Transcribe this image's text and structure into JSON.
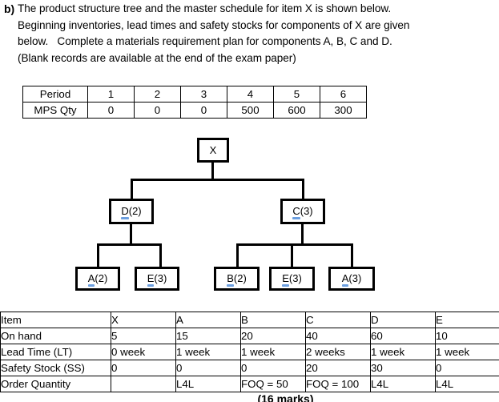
{
  "question": {
    "marker": "b)",
    "lines": [
      "The product structure tree and the master schedule for item X is shown below.",
      "Beginning inventories, lead times and safety stocks for components of X are given",
      "below.   Complete a materials requirement plan for components A, B, C and D.",
      "(Blank records are available at the end of the exam paper)"
    ]
  },
  "mps_table": {
    "rows": [
      {
        "label": "Period",
        "values": [
          "1",
          "2",
          "3",
          "4",
          "5",
          "6"
        ]
      },
      {
        "label": "MPS Qty",
        "values": [
          "0",
          "0",
          "0",
          "500",
          "600",
          "300"
        ]
      }
    ]
  },
  "tree": {
    "root": {
      "letter": "X",
      "qty": "",
      "label": "X"
    },
    "level1": [
      {
        "letter": "D",
        "qty": "(2)",
        "label": "D(2)"
      },
      {
        "letter": "C",
        "qty": "(3)",
        "label": "C(3)"
      }
    ],
    "level2_left": [
      {
        "letter": "A",
        "qty": "(2)",
        "label": "A(2)"
      },
      {
        "letter": "E",
        "qty": "(3)",
        "label": "E(3)"
      }
    ],
    "level2_right": [
      {
        "letter": "B",
        "qty": "(2)",
        "label": "B(2)"
      },
      {
        "letter": "E",
        "qty": "(3)",
        "label": "E(3)"
      },
      {
        "letter": "A",
        "qty": "(3)",
        "label": "A(3)"
      }
    ]
  },
  "item_table": {
    "columns": [
      "Item",
      "X",
      "A",
      "B",
      "C",
      "D",
      "E"
    ],
    "rows": [
      {
        "label": "Item",
        "values": [
          "X",
          "A",
          "B",
          "C",
          "D",
          "E"
        ]
      },
      {
        "label": "On hand",
        "values": [
          "5",
          "15",
          "20",
          "40",
          "60",
          "10"
        ]
      },
      {
        "label": "Lead Time (LT)",
        "values": [
          "0 week",
          "1 week",
          "1 week",
          "2 weeks",
          "1 week",
          "1 week"
        ]
      },
      {
        "label": "Safety Stock (SS)",
        "values": [
          "0",
          "0",
          "0",
          "20",
          "30",
          "0"
        ]
      },
      {
        "label": "Order Quantity",
        "values": [
          "",
          "L4L",
          "FOQ = 50",
          "FOQ = 100",
          "L4L",
          "L4L"
        ]
      }
    ]
  },
  "footer": {
    "marks": "(16 marks)"
  },
  "colors": {
    "text": "#000000",
    "border": "#000000",
    "spellcheck_underline": "#6c9fe0",
    "background": "#ffffff"
  }
}
